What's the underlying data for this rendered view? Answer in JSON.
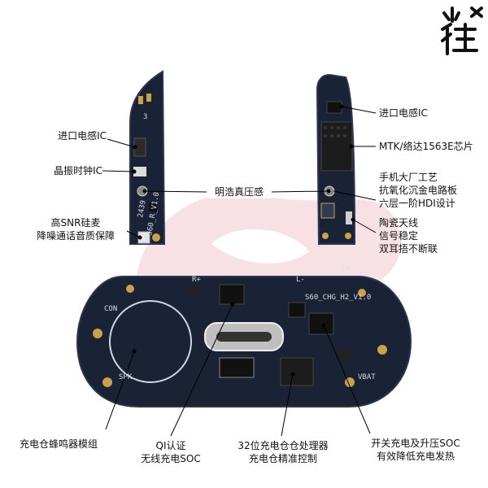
{
  "labels": {
    "left_inductor": "进口电感IC",
    "crystal": "晶振时钟IC",
    "mic_line1": "高SNR硅麦",
    "mic_line2": "降噪通话音质保障",
    "pressure": "明浩真压感",
    "right_inductor": "进口电感IC",
    "chip": "MTK/络达1563E芯片",
    "pcb_line1": "手机大厂工艺",
    "pcb_line2": "抗氧化沉金电路板",
    "pcb_line3": "六层一阶HDI设计",
    "antenna_line1": "陶瓷天线",
    "antenna_line2": "信号稳定",
    "antenna_line3": "双耳捂不断联",
    "buzzer": "充电仓蜂鸣器模组",
    "qi_line1": "QI认证",
    "qi_line2": "无线充电SOC",
    "mcu_line1": "32位充电仓仓处理器",
    "mcu_line2": "充电仓精准控制",
    "boost_line1": "开关充电及升压SOC",
    "boost_line2": "有效降低充电发热"
  },
  "board_silk": {
    "left_board": "S60_R_V1.0",
    "left_code": "2439",
    "left_num": "3",
    "case_board": "S60_CHG_H2_V1.0",
    "case_r": "R+",
    "case_l": "L-",
    "case_con": "CON",
    "case_spk": "SPK",
    "case_vbat": "VBAT",
    "case_lplus": "L+"
  },
  "colors": {
    "pcb": "#1a2236",
    "pcb_edge": "#2b3550",
    "gold": "#c9a24a",
    "leader": "#000000",
    "accent_red": "#c8102e"
  }
}
